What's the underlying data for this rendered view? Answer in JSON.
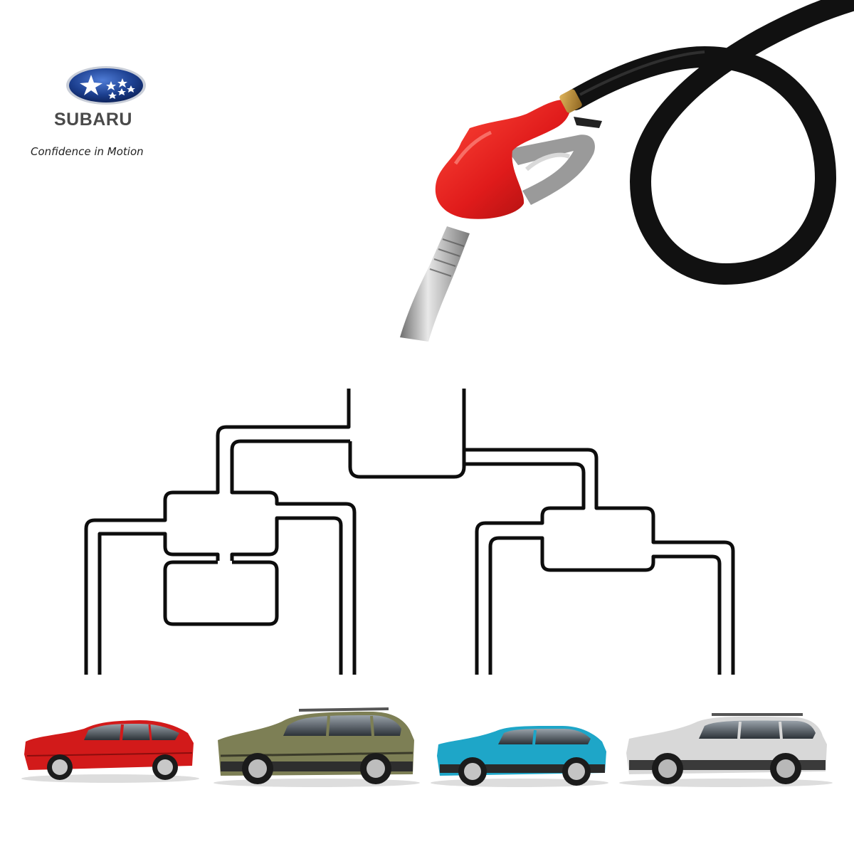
{
  "brand": {
    "logo_text": "SUBARU",
    "tagline": "Confidence in Motion",
    "emblem_icon": "subaru-stars-icon",
    "colors": {
      "emblem_blue": "#1c3f8f",
      "nozzle_red": "#e01b1b",
      "pipe": "#111111"
    }
  },
  "illustration": {
    "nozzle_icon": "fuel-nozzle-icon",
    "diagram": "fuel-pipe-network",
    "cars": [
      {
        "name": "red-hatchback",
        "color": "#d21a1a"
      },
      {
        "name": "green-suv",
        "color": "#7d7f55"
      },
      {
        "name": "blue-crossover",
        "color": "#1ea6c8"
      },
      {
        "name": "silver-wagon",
        "color": "#d8d8d8"
      }
    ]
  }
}
